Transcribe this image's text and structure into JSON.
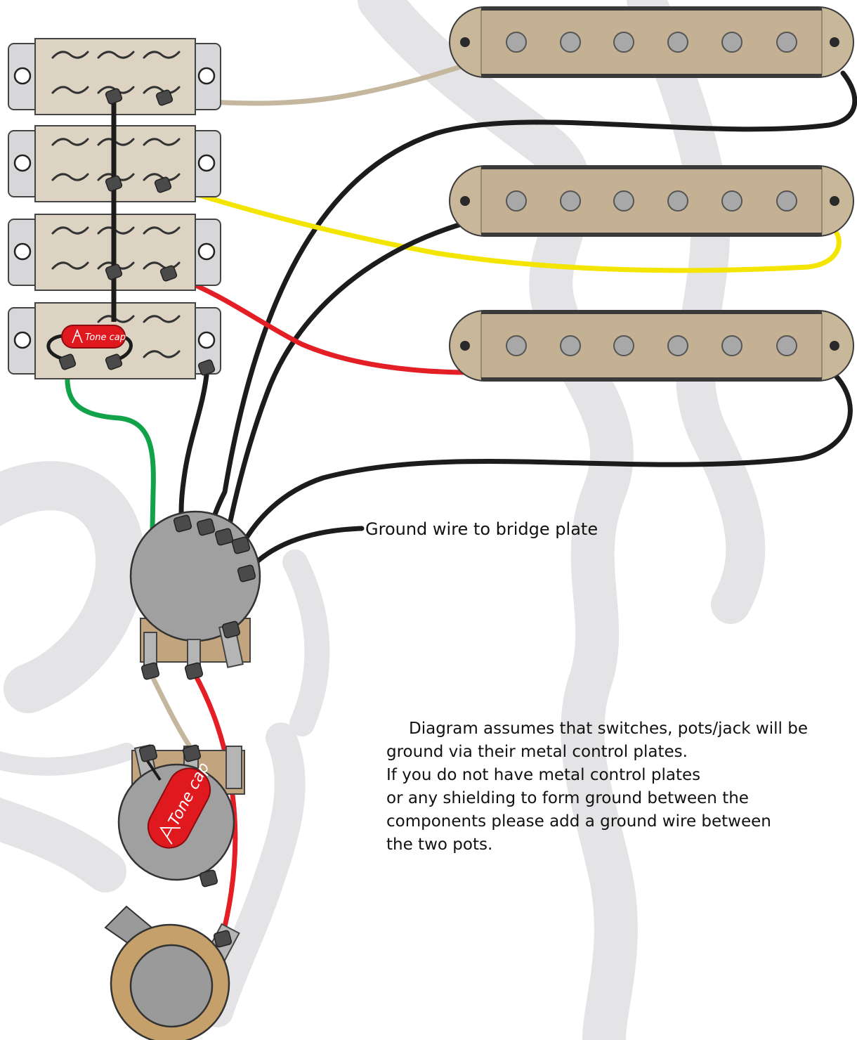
{
  "labels": {
    "ground_wire": "Ground wire to bridge plate",
    "tone_cap_small": "Tone cap",
    "tone_cap_large": "Tone cap"
  },
  "note": {
    "lines": [
      "Diagram assumes that switches, pots/jack will be",
      "ground via their metal control plates.",
      "If you do not have metal control plates",
      "or any shielding to form ground between the",
      "components please add a ground wire between",
      "the two pots."
    ]
  },
  "colors": {
    "wire_black": "#1c1c1c",
    "wire_yellow": "#f3e500",
    "wire_red": "#e31e24",
    "wire_green": "#12a34a",
    "wire_tan": "#c4b79e",
    "pickup_body": "#c9b79a",
    "pickup_pole": "#a8a8a8",
    "switch_body": "#dcd3c2",
    "switch_bracket": "#d7d7d9",
    "pot_body": "#a0a0a0",
    "pot_tab": "#c2a57f",
    "jack_ring": "#c6a06a",
    "solder": "#4a4a4a",
    "tone_cap": "#e0191f",
    "background_shape": "#e3e3e6"
  }
}
